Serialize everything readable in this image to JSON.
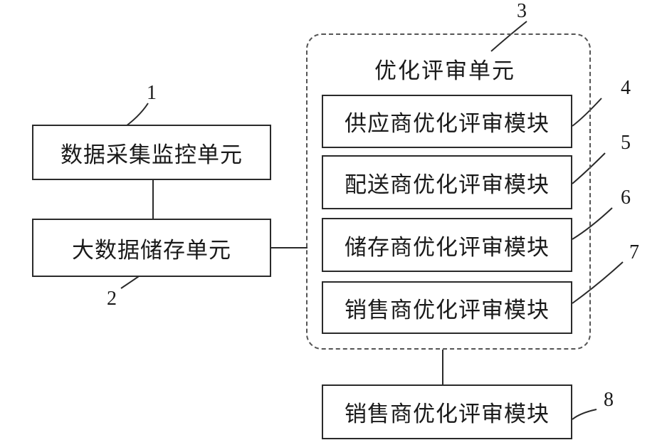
{
  "units": {
    "data_collection": "数据采集监控单元",
    "big_data_storage": "大数据储存单元",
    "optimization_review": "优化评审单元"
  },
  "modules": [
    "供应商优化评审模块",
    "配送商优化评审模块",
    "储存商优化评审模块",
    "销售商优化评审模块"
  ],
  "output_module": "销售商优化评审模块",
  "ref_numbers": {
    "n1": "1",
    "n2": "2",
    "n3": "3",
    "n4": "4",
    "n5": "5",
    "n6": "6",
    "n7": "7",
    "n8": "8"
  }
}
